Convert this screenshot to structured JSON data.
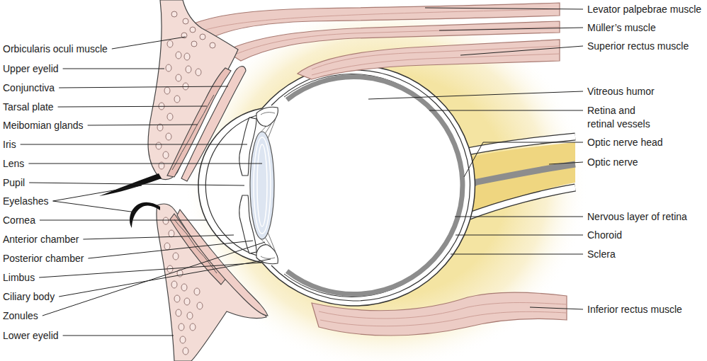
{
  "diagram": {
    "labels": [
      "Orbicularis oculi muscle",
      "Upper eyelid",
      "Conjunctiva",
      "Tarsal plate",
      "Meibomian glands",
      "Iris",
      "Lens",
      "Pupil",
      "Eyelashes",
      "Cornea",
      "Anterior chamber",
      "Posterior chamber",
      "Limbus",
      "Ciliary body",
      "Zonules",
      "Lower eyelid",
      "Levator palpebrae muscle",
      "Müller’s muscle",
      "Superior rectus muscle",
      "Vitreous humor",
      "Retina and retinal vessels",
      "Optic nerve head",
      "Optic nerve",
      "Nervous layer of retina",
      "Choroid",
      "Sclera",
      "Inferior rectus muscle"
    ]
  }
}
